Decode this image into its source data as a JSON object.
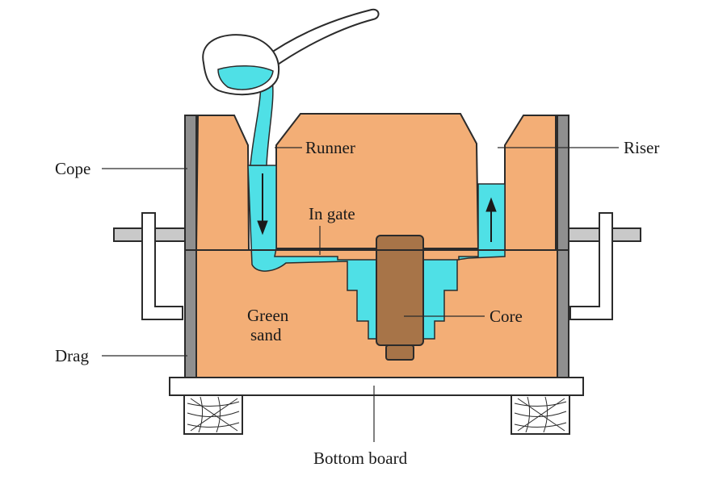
{
  "labels": {
    "cope": "Cope",
    "drag": "Drag",
    "runner": "Runner",
    "riser": "Riser",
    "in_gate": "In gate",
    "green_sand_line1": "Green",
    "green_sand_line2": "sand",
    "core": "Core",
    "bottom_board": "Bottom board"
  },
  "colors": {
    "sand": "#F3AE76",
    "metal": "#4FE0E6",
    "core": "#A77448",
    "flask": "#8F8F8F",
    "outline": "#2b2b2b"
  }
}
